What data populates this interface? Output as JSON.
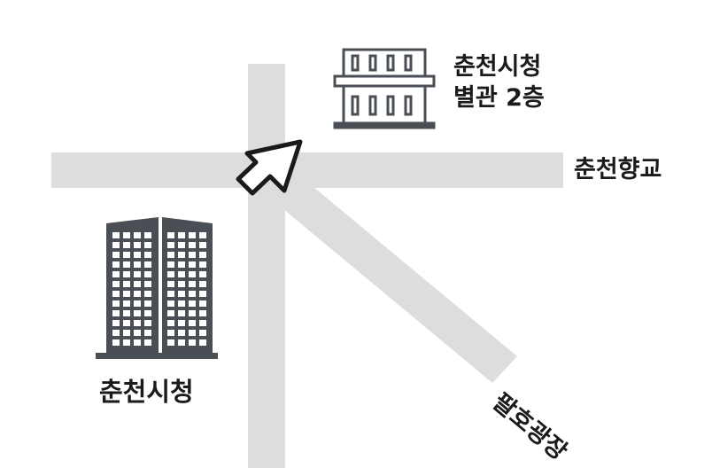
{
  "map": {
    "labels": {
      "annex_line1": "춘천시청",
      "annex_line2": "별관 2층",
      "hyanggyo": "춘천향교",
      "city_hall": "춘천시청",
      "palho_square": "팔호광장"
    },
    "icons": {
      "annex_building": "low-rise-building-icon",
      "city_hall_building": "high-rise-building-icon",
      "direction_arrow": "arrow-northeast-icon"
    },
    "colors": {
      "road": "#dddddd",
      "building_stroke": "#4a4f56",
      "arrow_fill": "#ffffff",
      "arrow_stroke": "#1a1a1a",
      "text": "#1a1a1a"
    }
  }
}
